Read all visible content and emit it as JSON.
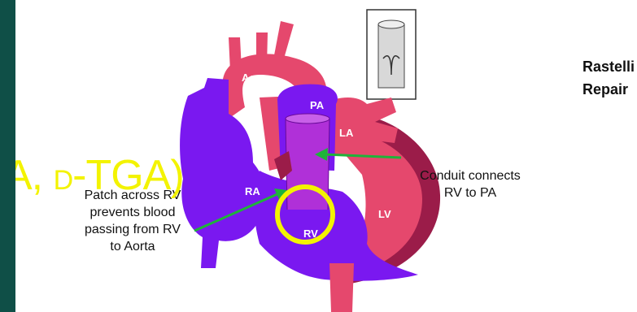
{
  "title_lines": [
    "Rastelli",
    "Repair"
  ],
  "overlay": {
    "lead": "A, ",
    "prefix": "D",
    "main": "-TGA)"
  },
  "heart_labels": {
    "ao": "Ao",
    "pa": "PA",
    "la": "LA",
    "ra": "RA",
    "rv": "RV",
    "lv": "LV"
  },
  "annotations": {
    "conduit": [
      "Conduit connects",
      "RV to PA"
    ],
    "patch": [
      "Patch across RV",
      "prevents blood",
      "passing from RV",
      "to Aorta"
    ]
  },
  "colors": {
    "background": "#0f4f47",
    "aorta_red": "#e5486d",
    "right_heart_purple": "#7a18f0",
    "lv_dark": "#9b1c49",
    "conduit_magenta": "#b030d8",
    "arrow_green": "#1fb33a",
    "highlight_yellow": "#f3f300"
  }
}
